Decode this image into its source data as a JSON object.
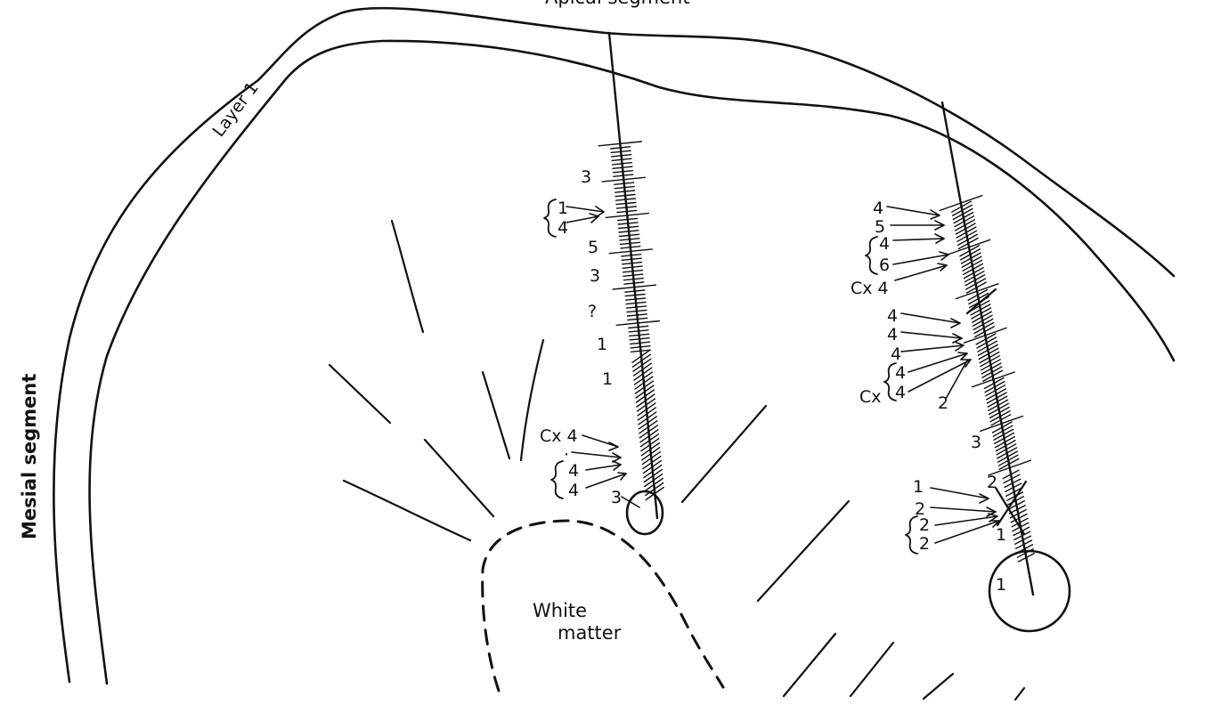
{
  "labels": {
    "top": "Apical segment",
    "layer": "Layer 1",
    "left": "Mesial segment",
    "white_1": "White",
    "white_2": "matter"
  },
  "track_a": {
    "top_marks": [
      "3",
      "1",
      "4",
      "5",
      "3",
      "?",
      "1",
      "1"
    ],
    "bottom_marks": [
      "Cx 4",
      "·",
      "4",
      "4",
      "3"
    ]
  },
  "track_b": {
    "upper_marks": [
      "4",
      "5",
      "4",
      "6",
      "Cx 4"
    ],
    "middle_marks": [
      "4",
      "4",
      "4",
      "Cx",
      "4",
      "4",
      "2"
    ],
    "lower_marks": [
      "3",
      "1",
      "2",
      "2",
      "2",
      "2",
      "1",
      "1"
    ]
  }
}
